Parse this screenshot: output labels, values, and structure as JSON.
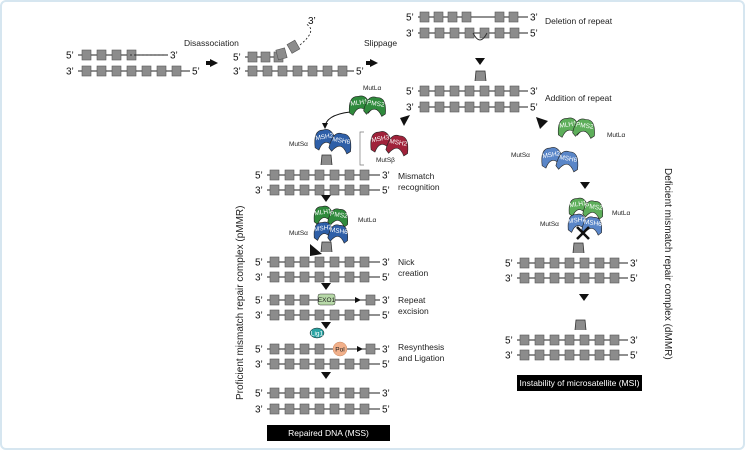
{
  "labels": {
    "disassociation": "Disassociation",
    "slippage": "Slippage",
    "deletion": "Deletion of repeat",
    "addition": "Addition of repeat",
    "mismatch_recognition": [
      "Mismatch",
      "recognition"
    ],
    "nick_creation": [
      "Nick",
      "creation"
    ],
    "repeat_excision": [
      "Repeat",
      "excision"
    ],
    "resynthesis": [
      "Resynthesis",
      "and Ligation"
    ],
    "pmmr": "Proficient mismatch repair complex (pMMR)",
    "dmmr": "Deficient mismatch repair complex (dMMR)",
    "repaired": "Repaired DNA (MSS)",
    "msi": "Instability of microsatellite (MSI)"
  },
  "ends": {
    "five": "5’",
    "three": "3’"
  },
  "proteins": {
    "mlh1": "MLH1",
    "pms2": "PMS2",
    "msh2": "MSH2",
    "msh6": "MSH6",
    "msh3": "MSH3",
    "mutl_alpha": "MutLα",
    "muts_alpha": "MutSα",
    "muts_beta": "MutSβ",
    "exo1": "EXO1",
    "lig1": "Lig1",
    "pol": "Pol"
  },
  "colors": {
    "repeat_box": "#8c8c8c",
    "mutl": "#2f8a3c",
    "mutl_deficient": "#5dae5a",
    "muts": "#2e5fa8",
    "muts_deficient": "#5a86c8",
    "muts_beta": "#a0223a",
    "lig1": "#2aa3a3",
    "pol": "#f2b08a",
    "label_box": "#000000"
  }
}
